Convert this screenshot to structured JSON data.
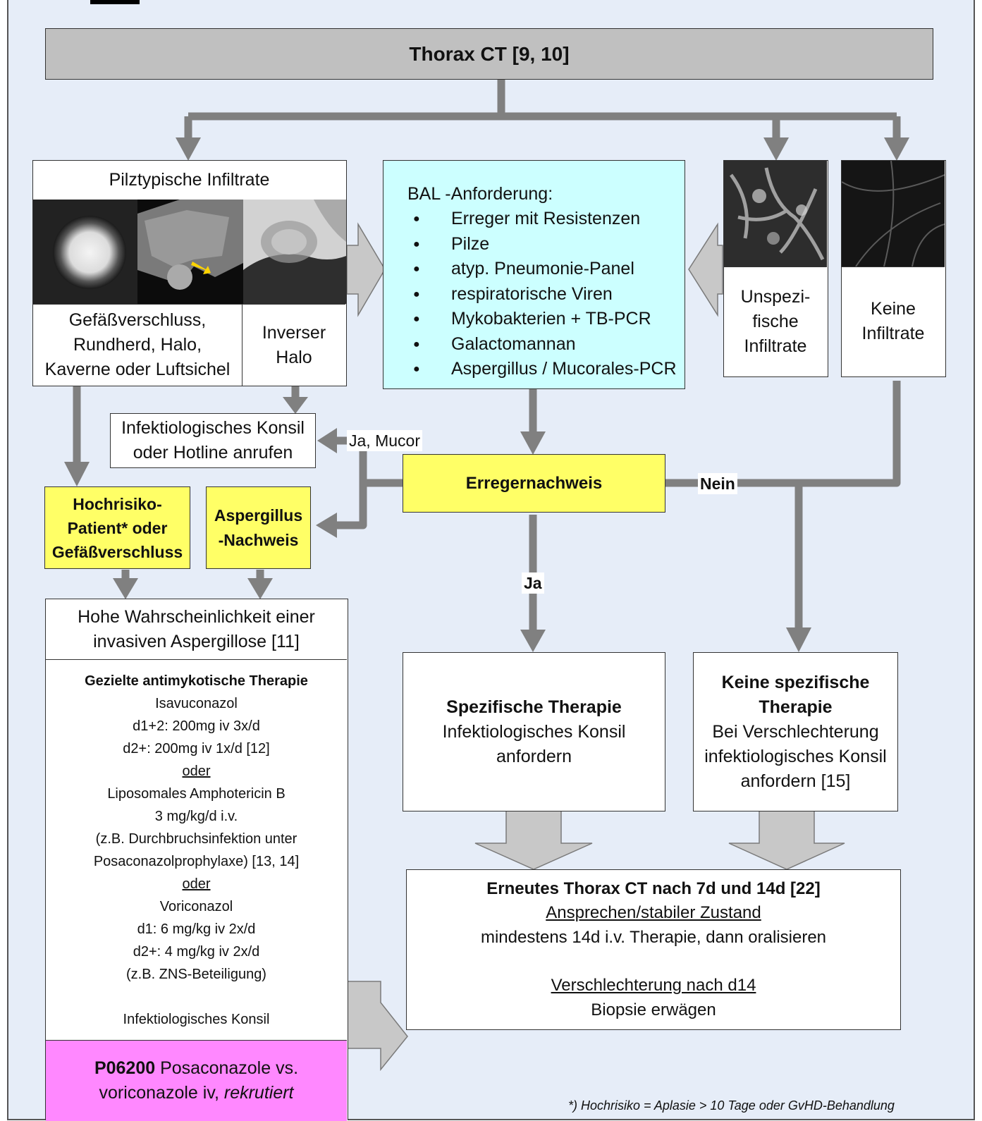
{
  "header": {
    "title": "Thorax CT [9, 10]"
  },
  "pilz": {
    "title": "Pilztypische Infiltrate",
    "caption_left": [
      "Gefäßverschluss,",
      "Rundherd, Halo,",
      "Kaverne oder Luftsichel"
    ],
    "caption_right": [
      "Inverser",
      "Halo"
    ]
  },
  "bal": {
    "title": "BAL -Anforderung:",
    "items": [
      "Erreger mit Resistenzen",
      "Pilze",
      "atyp. Pneumonie-Panel",
      "respiratorische Viren",
      "Mykobakterien + TB-PCR",
      "Galactomannan",
      "Aspergillus / Mucorales-PCR"
    ]
  },
  "unspez": {
    "lines": [
      "Unspezi-",
      "fische",
      "Infiltrate"
    ]
  },
  "keine_inf": {
    "lines": [
      "Keine",
      "Infiltrate"
    ]
  },
  "konsil_box": {
    "lines": [
      "Infektiologisches Konsil",
      "oder Hotline anrufen"
    ]
  },
  "labels": {
    "ja_mucor": "Ja, Mucor",
    "nein": "Nein",
    "ja": "Ja"
  },
  "erreger": {
    "label": "Erregernachweis"
  },
  "hochrisiko": {
    "lines": [
      "Hochrisiko-",
      "Patient* oder",
      "Gefäßverschluss"
    ]
  },
  "asp_nachweis": {
    "lines": [
      "Aspergillus",
      "-Nachweis"
    ]
  },
  "hohe": {
    "lines": [
      "Hohe Wahrscheinlichkeit einer",
      "invasiven Aspergillose [11]"
    ]
  },
  "therapie": {
    "heading": "Gezielte antimykotische Therapie",
    "lines": [
      "Isavuconazol",
      "d1+2: 200mg iv 3x/d",
      "d2+: 200mg iv 1x/d [12]",
      "oder",
      "Liposomales Amphotericin B",
      "3 mg/kg/d i.v.",
      "(z.B. Durchbruchsinfektion unter",
      "Posaconazolprophylaxe) [13, 14]",
      "oder",
      "Voriconazol",
      "d1: 6 mg/kg iv 2x/d",
      "d2+: 4 mg/kg iv 2x/d",
      "(z.B. ZNS-Beteiligung)",
      "",
      "Infektiologisches Konsil"
    ]
  },
  "study": {
    "code": "P06200",
    "text1": " Posaconazole vs.",
    "text2": "voriconazole iv, ",
    "status": "rekrutiert"
  },
  "spezifisch": {
    "heading": "Spezifische Therapie",
    "lines": [
      "Infektiologisches Konsil",
      "anfordern"
    ]
  },
  "keine_spez": {
    "heading1": "Keine spezifische",
    "heading2": "Therapie",
    "lines": [
      "Bei Verschlechterung",
      "infektiologisches Konsil",
      "anfordern [15]"
    ]
  },
  "erneut": {
    "heading": "Erneutes Thorax CT nach 7d und 14d [22]",
    "sub1": "Ansprechen/stabiler Zustand",
    "line1": "mindestens 14d i.v. Therapie, dann oralisieren",
    "sub2": "Verschlechterung nach d14",
    "line2": "Biopsie erwägen"
  },
  "footnote": "*) Hochrisiko = Aplasie > 10 Tage oder GvHD-Behandlung",
  "colors": {
    "arrow": "#808080",
    "block_arrow": "#c8c8c8",
    "yellow": "#ffff66",
    "cyan": "#ccffff",
    "pink": "#ff88ff"
  }
}
